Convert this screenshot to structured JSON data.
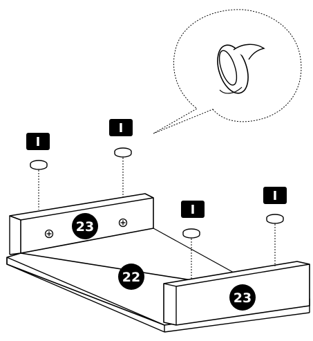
{
  "diagram": {
    "part_numbers": {
      "back_panel": "23",
      "base_panel": "22",
      "front_panel": "23"
    },
    "hardware_tags": [
      "I",
      "I",
      "I",
      "I"
    ],
    "detail_callout": {
      "depicts": "cam-lock-fitting-icon"
    },
    "colors": {
      "line": "#000000",
      "fill": "#ffffff",
      "badge": "#000000",
      "badge_text": "#ffffff"
    }
  }
}
